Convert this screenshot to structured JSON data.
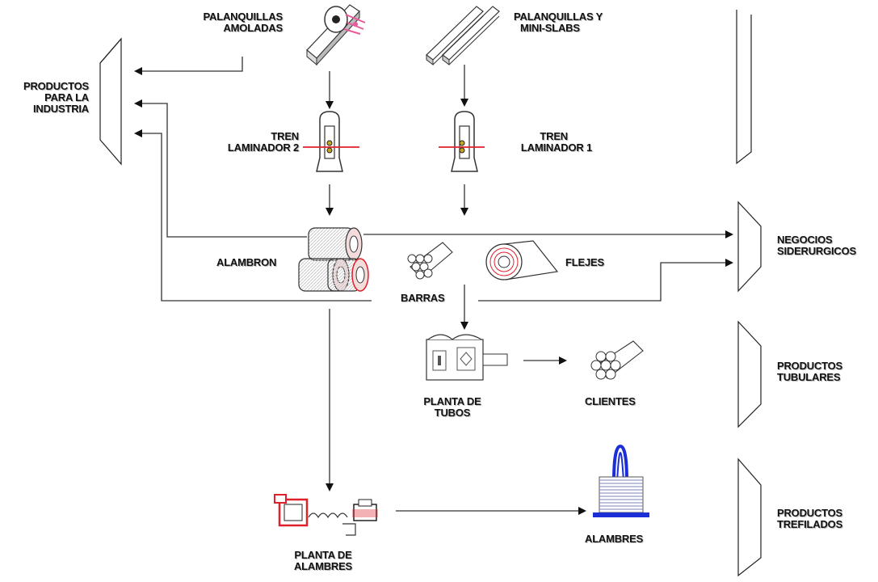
{
  "labels": {
    "palanquillas_amoladas": [
      "PALANQUILLAS",
      "AMOLADAS"
    ],
    "palanquillas_mini_slabs": [
      "PALANQUILLAS Y",
      "MINI-SLABS"
    ],
    "productos_industria": [
      "PRODUCTOS",
      "PARA LA",
      "INDUSTRIA"
    ],
    "tren_2": [
      "TREN",
      "LAMINADOR 2"
    ],
    "tren_1": [
      "TREN",
      "LAMINADOR 1"
    ],
    "alambron": "ALAMBRON",
    "flejes": "FLEJES",
    "barras": "BARRAS",
    "negocios_siderurgicos": [
      "NEGOCIOS",
      "SIDERURGICOS"
    ],
    "planta_tubos": [
      "PLANTA DE",
      "TUBOS"
    ],
    "clientes": "CLIENTES",
    "productos_tubulares": [
      "PRODUCTOS",
      "TUBULARES"
    ],
    "planta_alambres": [
      "PLANTA DE",
      "ALAMBRES"
    ],
    "alambres": "ALAMBRES",
    "productos_trefilados": [
      "PRODUCTOS",
      "TREFILADOS"
    ]
  },
  "colors": {
    "line": "#333333",
    "accent_red": "#e0202a",
    "pink": "#e75b9a",
    "blue": "#1c2fd6",
    "steel": "#7a7a7a"
  }
}
